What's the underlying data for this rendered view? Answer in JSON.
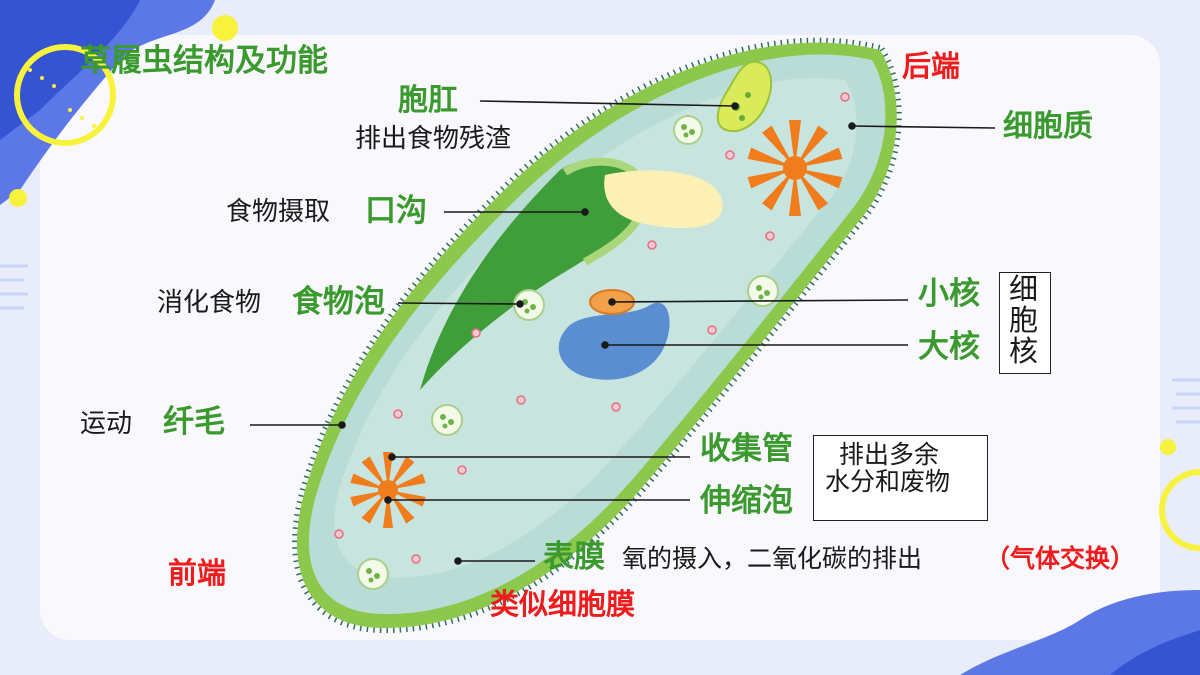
{
  "title": "草履虫结构及功能",
  "ends": {
    "posterior": "后端",
    "anterior": "前端"
  },
  "labels": {
    "anal_pore": "胞肛",
    "anal_pore_func": "排出食物残渣",
    "cytoplasm": "细胞质",
    "oral_groove_func": "食物摄取",
    "oral_groove": "口沟",
    "food_vacuole_func": "消化食物",
    "food_vacuole": "食物泡",
    "micronucleus": "小核",
    "macronucleus": "大核",
    "nucleus_group": [
      "细",
      "胞",
      "核"
    ],
    "cilia_func": "运动",
    "cilia": "纤毛",
    "collecting_canal": "收集管",
    "contractile_vacuole": "伸缩泡",
    "excretion_func": [
      "排出多余",
      "水分和废物"
    ],
    "membrane": "表膜",
    "membrane_func": "氧的摄入，二氧化碳的排出",
    "membrane_note": "（气体交换）",
    "membrane_like": "类似细胞膜"
  },
  "colors": {
    "label_green": "#3a9a2e",
    "label_red": "#ee1c1c",
    "cell_outer": "#8cc84b",
    "cell_inner": "#b9dcd6",
    "nucleus_blue": "#5a8ed0",
    "contractile_orange": "#f07c1c"
  }
}
